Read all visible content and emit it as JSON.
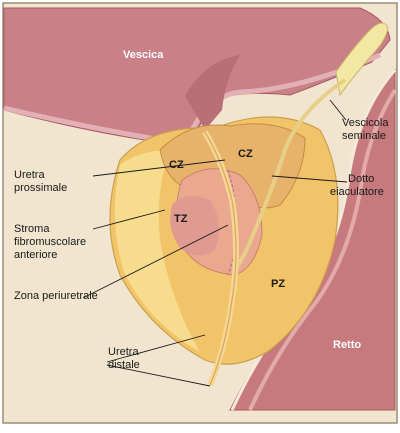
{
  "organs": {
    "bladder": "Vescica",
    "rectum": "Retto"
  },
  "zones": {
    "cz_left": "CZ",
    "cz_right": "CZ",
    "tz": "TZ",
    "pz": "PZ"
  },
  "labels": {
    "seminal_vesicle": [
      "Vescicola",
      "seminale"
    ],
    "ejaculatory_duct": [
      "Dotto",
      "eiaculatore"
    ],
    "proximal_urethra": [
      "Uretra",
      "prossimale"
    ],
    "anterior_stroma": [
      "Stroma",
      "fibromuscolare",
      "anteriore"
    ],
    "periurethral_zone": "Zona periuretrale",
    "distal_urethra": [
      "Uretra",
      "distale"
    ]
  },
  "colors": {
    "bladder": "#c98087",
    "bladder_dark": "#b5646d",
    "prostate_pz": "#f1c46a",
    "prostate_light": "#f7dc8e",
    "central_zone": "#e7b36a",
    "transition_zone": "#eaa98e",
    "tz_inner": "#df9a92",
    "rectum": "#c77a7e",
    "seminal_vesicle": "#f3e7a4",
    "background": "#f1e5cf"
  }
}
